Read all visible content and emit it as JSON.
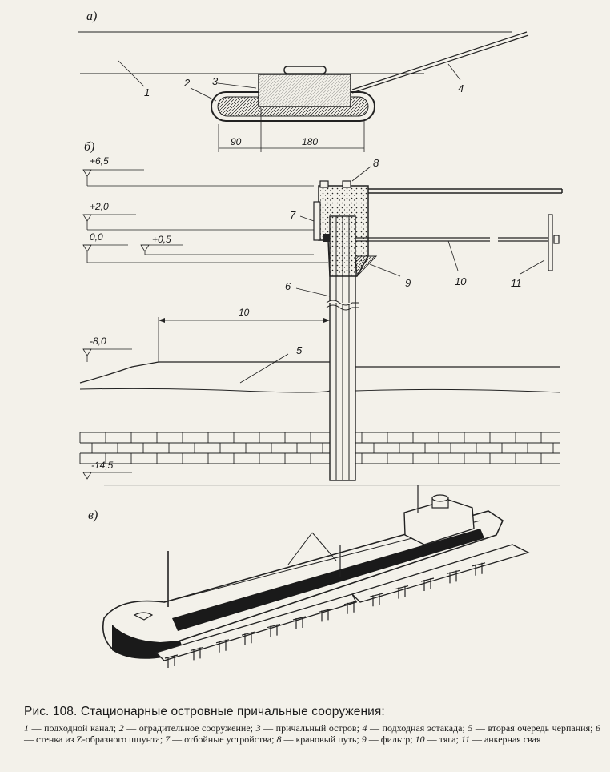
{
  "figure": {
    "parts": {
      "a": "а)",
      "b": "б)",
      "c": "в)"
    },
    "callouts": [
      "1",
      "2",
      "3",
      "4",
      "5",
      "6",
      "7",
      "8",
      "9",
      "10",
      "11"
    ],
    "dimensions": {
      "plan_left": "90",
      "plan_right": "180",
      "wall_offset": "10"
    },
    "levels": [
      "+6,5",
      "+2,0",
      "0,0",
      "+0,5",
      "-8,0",
      "-14,5"
    ]
  },
  "caption": {
    "title": "Рис. 108. Стационарные островные причальные сооружения:",
    "legend": [
      {
        "num": "1",
        "text": "подходной канал"
      },
      {
        "num": "2",
        "text": "оградительное сооружение"
      },
      {
        "num": "3",
        "text": "причальный остров"
      },
      {
        "num": "4",
        "text": "подходная эстакада"
      },
      {
        "num": "5",
        "text": "вторая очередь черпания"
      },
      {
        "num": "6",
        "text": "стенка из Z-образного шпунта"
      },
      {
        "num": "7",
        "text": "отбойные устройства"
      },
      {
        "num": "8",
        "text": "крановый путь"
      },
      {
        "num": "9",
        "text": "фильтр"
      },
      {
        "num": "10",
        "text": "тяга"
      },
      {
        "num": "11",
        "text": "анкерная свая"
      }
    ]
  }
}
